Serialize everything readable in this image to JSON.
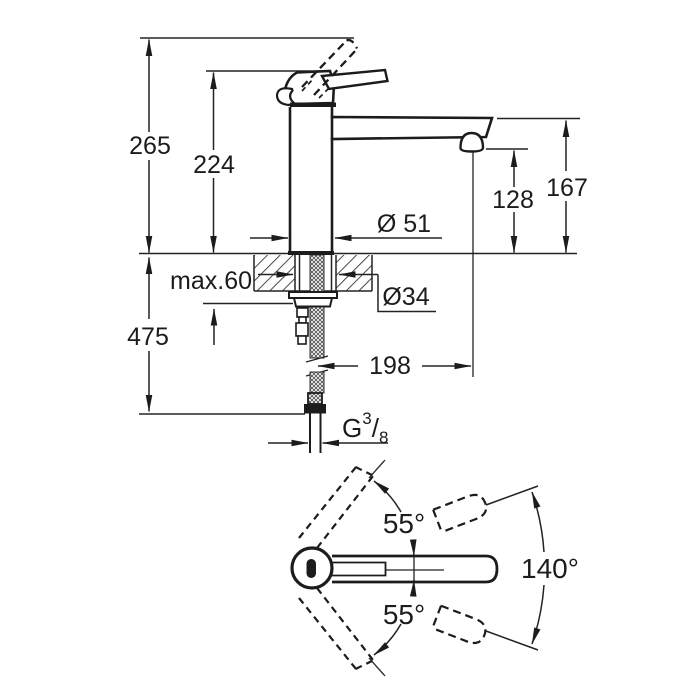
{
  "drawing": {
    "kind": "faucet-installation-dimension-drawing",
    "colors": {
      "line": "#1c1c1c",
      "background": "#ffffff"
    },
    "side_view": {
      "overall_height": "265",
      "body_height": "224",
      "spout_top_height": "167",
      "outlet_height": "128",
      "body_diameter": "Ø 51",
      "mounting_hole_diameter": "Ø34",
      "max_deck_thickness": "max.60",
      "hose_length": "475",
      "spout_reach": "198",
      "thread": {
        "prefix": "G",
        "numerator": "3",
        "slash": "/",
        "denominator": "8"
      }
    },
    "top_view": {
      "handle_angle_upper": "55°",
      "handle_angle_lower": "55°",
      "swivel_angle": "140°"
    }
  }
}
